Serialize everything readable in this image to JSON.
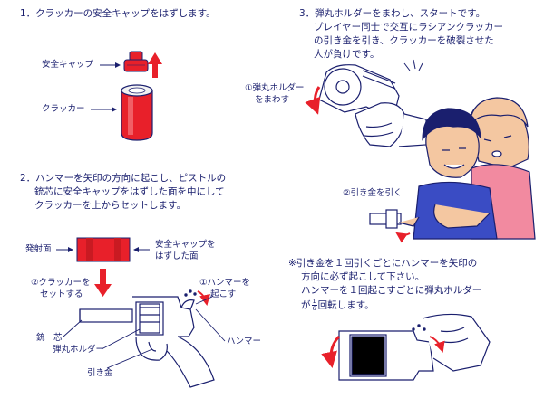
{
  "step1": {
    "heading": "1．クラッカーの安全キャップをはずします。",
    "label_cap": "安全キャップ",
    "label_cracker": "クラッカー"
  },
  "step2": {
    "heading_line1": "2．ハンマーを矢印の方向に起こし、ピストルの",
    "heading_line2": "銃芯に安全キャップをはずした面を中にして",
    "heading_line3": "クラッカーを上からセットします。",
    "label_firing_face": "発射面",
    "label_removed_face_1": "安全キャップを",
    "label_removed_face_2": "はずした面",
    "label_set_1": "②クラッカーを",
    "label_set_2": "セットする",
    "label_cock_1": "①ハンマーを",
    "label_cock_2": "起こす",
    "label_core": "銃　芯",
    "label_cylinder": "弾丸ホルダー",
    "label_hammer": "ハンマー",
    "label_trigger": "引き金"
  },
  "step3": {
    "heading_line1": "3．弾丸ホルダーをまわし、スタートです。",
    "heading_line2": "プレイヤー同士で交互にラシアンクラッカー",
    "heading_line3": "の引き金を引き、クラッカーを破裂させた",
    "heading_line4": "人が負けです。",
    "label_rotate_1": "①弾丸ホルダー",
    "label_rotate_2": "をまわす",
    "label_pull": "②引き金を引く"
  },
  "note": {
    "line1": "※引き金を１回引くごとにハンマーを矢印の",
    "line2": "方向に必ず起こして下さい。",
    "line3_a": "ハンマーを１回起こすごとに弾丸ホルダー",
    "line4_a": "が",
    "frac_num": "1",
    "frac_den": "6",
    "line4_b": "回転します。"
  },
  "colors": {
    "text": "#1a1f6e",
    "accent_red": "#e8202a",
    "skin": "#f4c7a1",
    "woman_top": "#f28aa0",
    "man_shirt": "#3a4cc4"
  }
}
